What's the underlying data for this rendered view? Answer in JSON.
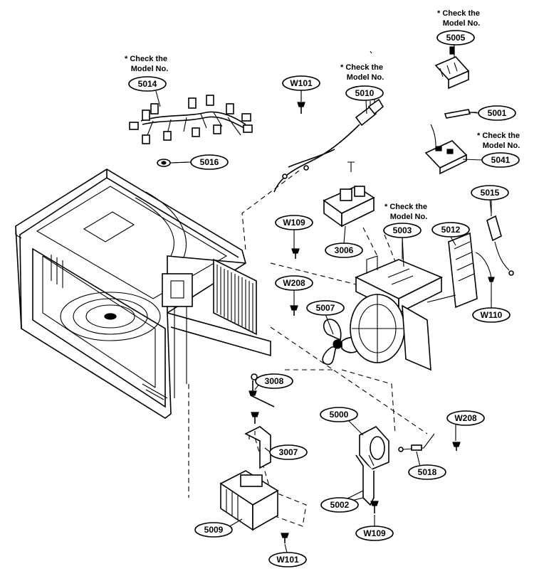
{
  "labels": {
    "p5014": "5014",
    "p5016": "5016",
    "w101_top": "W101",
    "p5010": "5010",
    "p5005": "5005",
    "p5001": "5001",
    "p5041": "5041",
    "p5015": "5015",
    "w109_mid": "W109",
    "p3006": "3006",
    "p5003": "5003",
    "p5012": "5012",
    "w208_mid": "W208",
    "p5007": "5007",
    "w110": "W110",
    "p3008": "3008",
    "p3007": "3007",
    "p5000": "5000",
    "w208_right": "W208",
    "p5018": "5018",
    "p5002": "5002",
    "p5009": "5009",
    "w109_bottom": "W109",
    "w101_bottom": "W101"
  },
  "notes": {
    "check_line1": "* Check the",
    "check_line2": "Model No."
  }
}
